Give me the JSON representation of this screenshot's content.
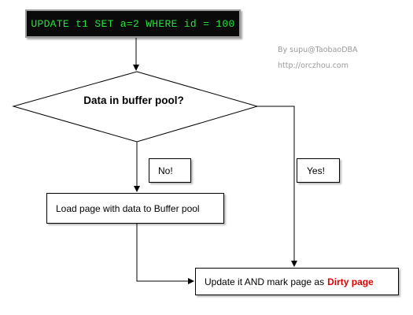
{
  "sql": {
    "statement": "UPDATE t1 SET a=2 WHERE id = 100"
  },
  "credits": {
    "author": "By supu@TaobaoDBA",
    "url": "http://orczhou.com"
  },
  "decision": {
    "label": "Data in buffer pool?"
  },
  "branches": {
    "no_label": "No!",
    "yes_label": "Yes!"
  },
  "steps": {
    "load": "Load page with data to Buffer pool",
    "update_prefix": "Update it AND mark page as",
    "update_highlight": "Dirty page"
  },
  "colors": {
    "sql_background": "#0a0a0a",
    "sql_text": "#29e03b",
    "highlight": "#e00000",
    "credit_text": "#9a9a9a"
  }
}
